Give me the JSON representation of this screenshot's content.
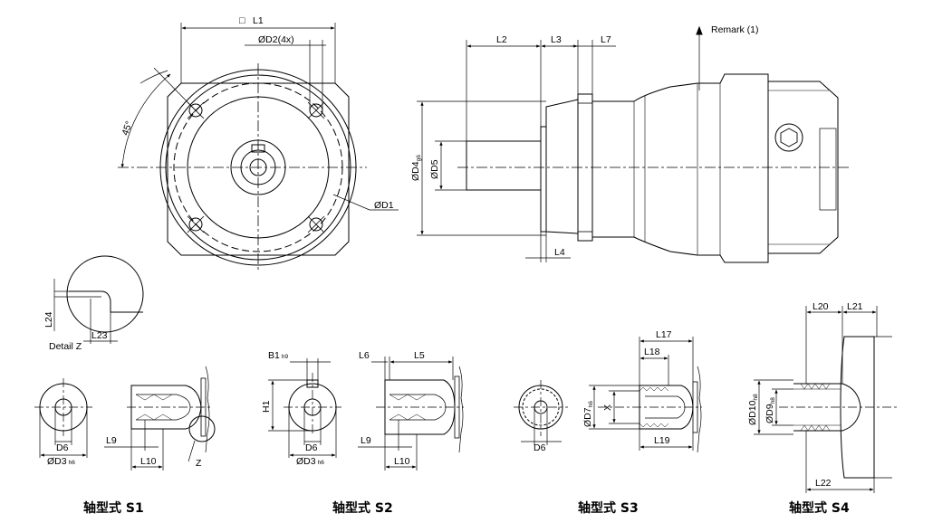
{
  "views": {
    "front": {
      "square": "□",
      "l1": "L1",
      "d2": "ØD2(4x)",
      "angle": "45°",
      "d1": "ØD1"
    },
    "side": {
      "remark": "Remark (1)",
      "l2": "L2",
      "l3": "L3",
      "l7": "L7",
      "d4": "ØD4",
      "d4_tol": "g6",
      "d5": "ØD5",
      "l4": "L4"
    },
    "detail": {
      "l24": "L24",
      "l23": "L23",
      "title": "Detail Z"
    }
  },
  "s1": {
    "d6": "D6",
    "d3": "ØD3",
    "d3_tol": "h6",
    "l9": "L9",
    "l10": "L10",
    "z": "Z",
    "caption": "轴型式 S1"
  },
  "s2": {
    "b1": "B1",
    "b1_tol": "h9",
    "h1": "H1",
    "d6": "D6",
    "d3": "ØD3",
    "d3_tol": "h6",
    "l6": "L6",
    "l5": "L5",
    "l9": "L9",
    "l10": "L10",
    "caption": "轴型式 S2"
  },
  "s3": {
    "d6": "D6",
    "d7": "ØD7",
    "d7_tol": "h6",
    "x": "X",
    "l17": "L17",
    "l18": "L18",
    "l19": "L19",
    "caption": "轴型式 S3"
  },
  "s4": {
    "l20": "L20",
    "l21": "L21",
    "d10": "ØD10",
    "d10_tol": "h8",
    "d9": "ØD9",
    "d9_tol": "h8",
    "l22": "L22",
    "caption": "轴型式 S4"
  }
}
